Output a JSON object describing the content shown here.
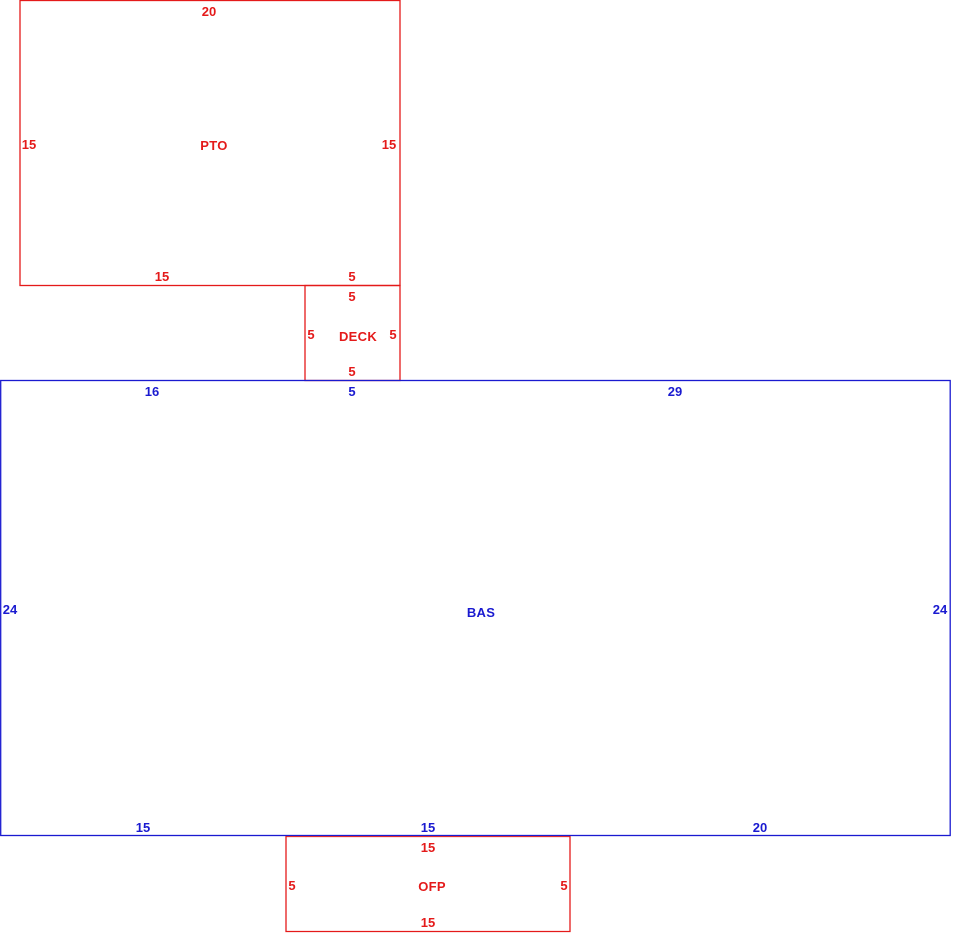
{
  "colors": {
    "red": "#e41a1a",
    "blue": "#1a1ad0"
  },
  "areas": {
    "pto": {
      "label": "PTO",
      "color": "red",
      "top": "20",
      "left": "15",
      "right": "15",
      "bottom_a": "15",
      "bottom_b": "5"
    },
    "deck": {
      "label": "DECK",
      "color": "red",
      "top": "5",
      "left": "5",
      "right": "5",
      "bottom": "5"
    },
    "bas": {
      "label": "BAS",
      "color": "blue",
      "top_a": "16",
      "top_b": "5",
      "top_c": "29",
      "left": "24",
      "right": "24",
      "bottom_a": "15",
      "bottom_b": "15",
      "bottom_c": "20"
    },
    "ofp": {
      "label": "OFP",
      "color": "red",
      "top": "15",
      "left": "5",
      "right": "5",
      "bottom": "15"
    }
  }
}
